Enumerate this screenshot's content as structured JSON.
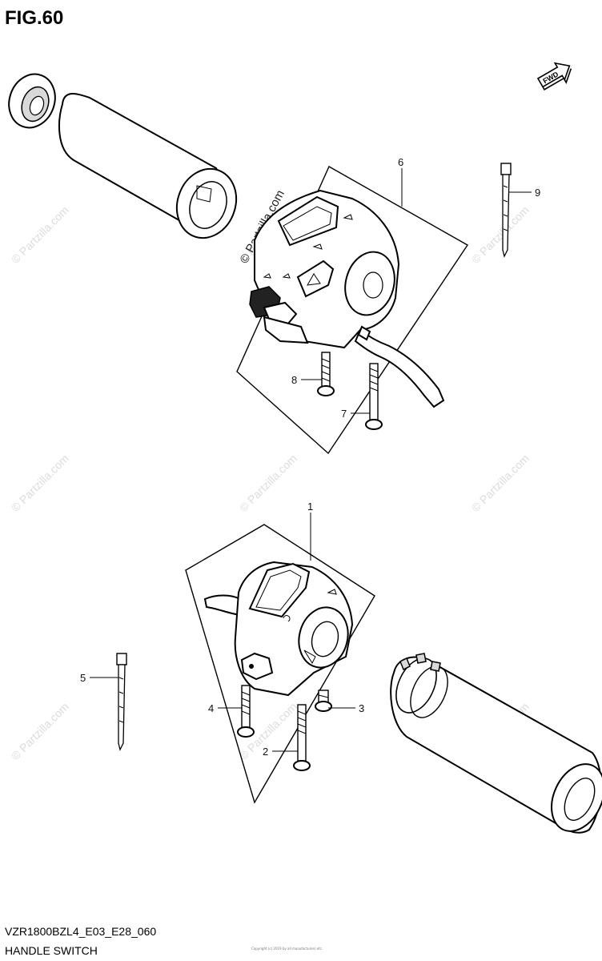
{
  "figure": {
    "title": "FIG.60",
    "model_code": "VZR1800BZL4_E03_E28_060",
    "caption": "HANDLE SWITCH",
    "fwd_label": "FWD",
    "center_note": "Copyright (c) 2019 by all manufacturers etc."
  },
  "watermark": {
    "text": "© Partzilla.com",
    "inline_text": "© Partzilla.com"
  },
  "callouts": [
    {
      "number": "1"
    },
    {
      "number": "2"
    },
    {
      "number": "3"
    },
    {
      "number": "4"
    },
    {
      "number": "5"
    },
    {
      "number": "6"
    },
    {
      "number": "7"
    },
    {
      "number": "8"
    },
    {
      "number": "9"
    }
  ]
}
